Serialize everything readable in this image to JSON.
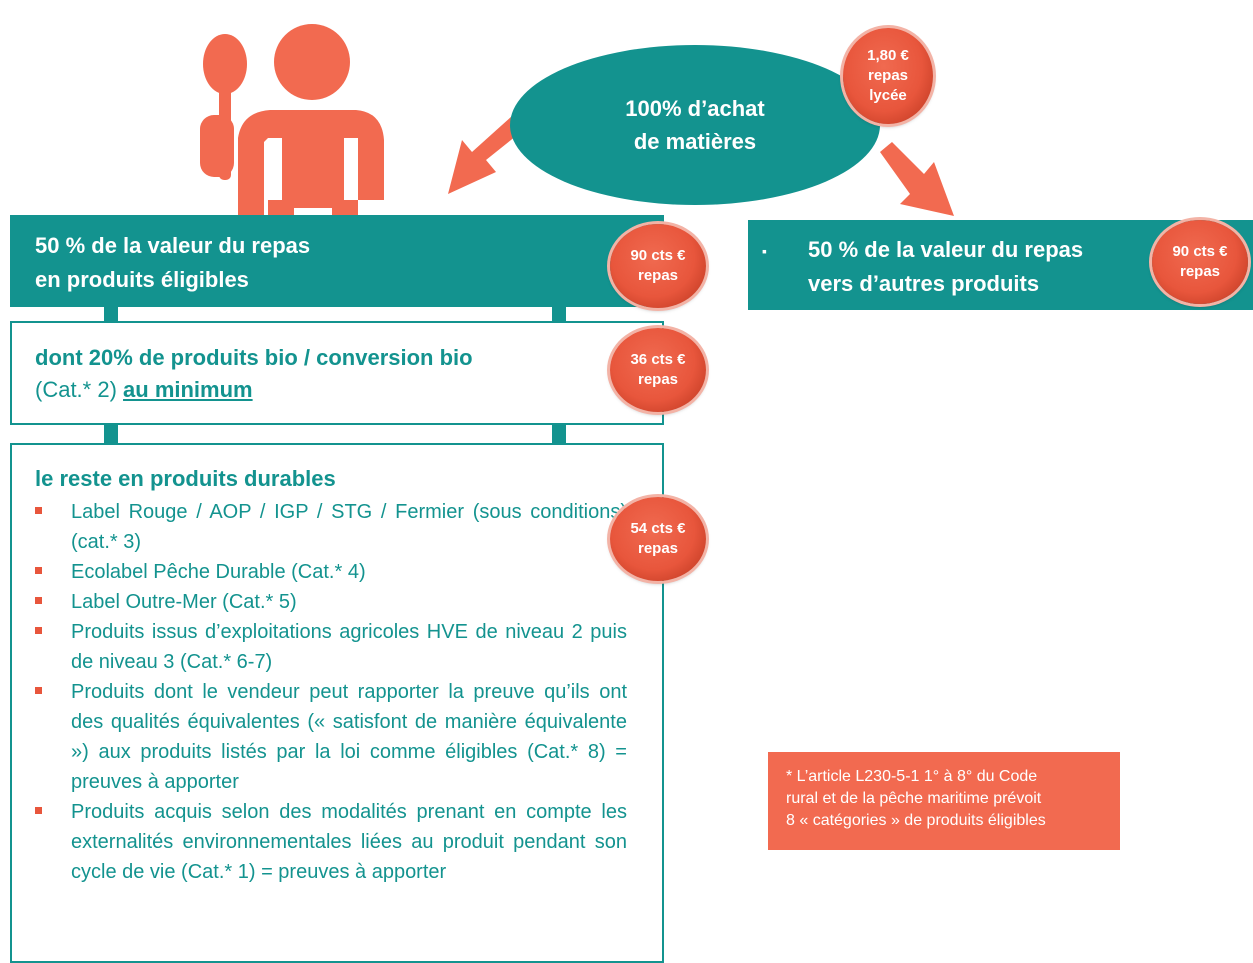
{
  "colors": {
    "teal": "#13938f",
    "orange": "#e8563c",
    "footnote_bg": "#f26a50"
  },
  "icons": [
    "chef-icon",
    "arrow-down-left-icon",
    "arrow-down-right-icon"
  ],
  "ellipse": {
    "line1": "100% d’achat",
    "line2": "de matières"
  },
  "badges": {
    "total": [
      "1,80 €",
      "repas",
      "lycée"
    ],
    "left_main": [
      "90 cts €",
      "repas"
    ],
    "right_main": [
      "90 cts €",
      "repas"
    ],
    "bio": [
      "36 cts €",
      "repas"
    ],
    "durable": [
      "54 cts €",
      "repas"
    ]
  },
  "left_box": {
    "line1": "50 % de la valeur du repas",
    "line2": "en produits éligibles"
  },
  "right_box": {
    "bullet": "▪",
    "line1": "50 % de la valeur du repas",
    "line2": "vers d’autres produits"
  },
  "bio_box": {
    "title": "dont 20% de produits bio / conversion bio",
    "sub_prefix": "(Cat.* 2) ",
    "sub_emphasis": "au minimum"
  },
  "durable_box": {
    "title": "le reste en produits durables",
    "items": [
      "Label Rouge / AOP / IGP / STG / Fermier (sous conditions) (cat.* 3)",
      "Ecolabel Pêche Durable (Cat.* 4)",
      "Label Outre-Mer (Cat.* 5)",
      "Produits issus d’exploitations agricoles HVE de niveau 2 puis de niveau 3 (Cat.* 6-7)",
      "Produits dont le vendeur peut rapporter la preuve qu’ils ont des qualités équivalentes (« satisfont de manière équivalente ») aux produits listés par la loi comme éligibles (Cat.* 8) = preuves à apporter",
      "Produits acquis selon des modalités prenant en compte les externalités environnementales liées au produit pendant son cycle de vie (Cat.* 1) = preuves à apporter"
    ]
  },
  "footnote": {
    "line1": "* L’article L230-5-1 1° à 8° du Code",
    "line2": "rural et de la pêche maritime prévoit",
    "line3": "8 « catégories » de produits éligibles"
  }
}
